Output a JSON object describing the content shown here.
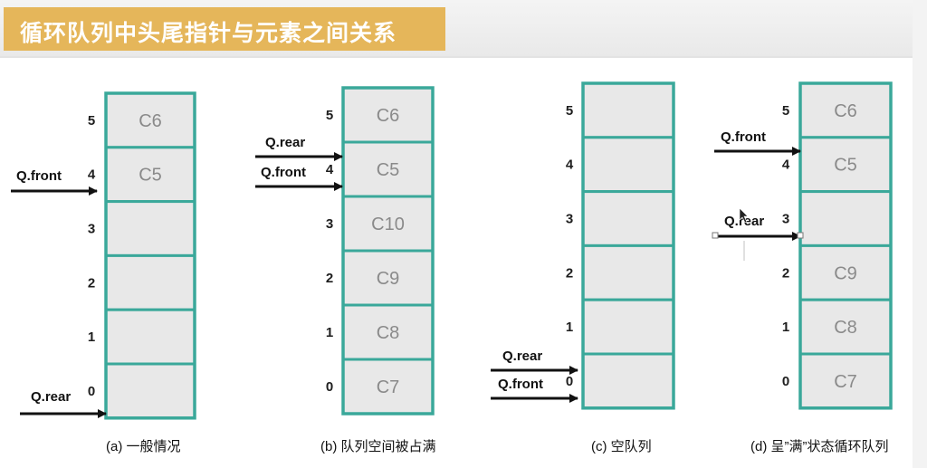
{
  "title": "循环队列中头尾指针与元素之间关系",
  "colors": {
    "title_bg": "#e5b65a",
    "cell_fill": "#e8e8e8",
    "cell_border": "#3aa89a",
    "arrow": "#111111",
    "cell_text": "#8a8a8a"
  },
  "diagrams": [
    {
      "caption": "(a) 一般情况",
      "indices": [
        "5",
        "4",
        "3",
        "2",
        "1",
        "0"
      ],
      "cells": [
        "C6",
        "C5",
        "",
        "",
        "",
        ""
      ],
      "pointers": [
        {
          "label": "Q.front",
          "slot": 4
        },
        {
          "label": "Q.rear",
          "slot": 0
        }
      ]
    },
    {
      "caption": "(b) 队列空间被占满",
      "indices": [
        "5",
        "4",
        "3",
        "2",
        "1",
        "0"
      ],
      "cells": [
        "C6",
        "C5",
        "C10",
        "C9",
        "C8",
        "C7"
      ],
      "pointers": [
        {
          "label": "Q.rear",
          "slot": 4
        },
        {
          "label": "Q.front",
          "slot": 4
        }
      ]
    },
    {
      "caption": "(c) 空队列",
      "indices": [
        "5",
        "4",
        "3",
        "2",
        "1",
        "0"
      ],
      "cells": [
        "",
        "",
        "",
        "",
        "",
        ""
      ],
      "pointers": [
        {
          "label": "Q.rear",
          "slot": 0
        },
        {
          "label": "Q.front",
          "slot": 0
        }
      ]
    },
    {
      "caption": "(d) 呈”满”状态循环队列",
      "indices": [
        "5",
        "4",
        "3",
        "2",
        "1",
        "0"
      ],
      "cells": [
        "C6",
        "C5",
        "",
        "C9",
        "C8",
        "C7"
      ],
      "pointers": [
        {
          "label": "Q.front",
          "slot": 4
        },
        {
          "label": "Q.rear",
          "slot": 3
        }
      ]
    }
  ]
}
